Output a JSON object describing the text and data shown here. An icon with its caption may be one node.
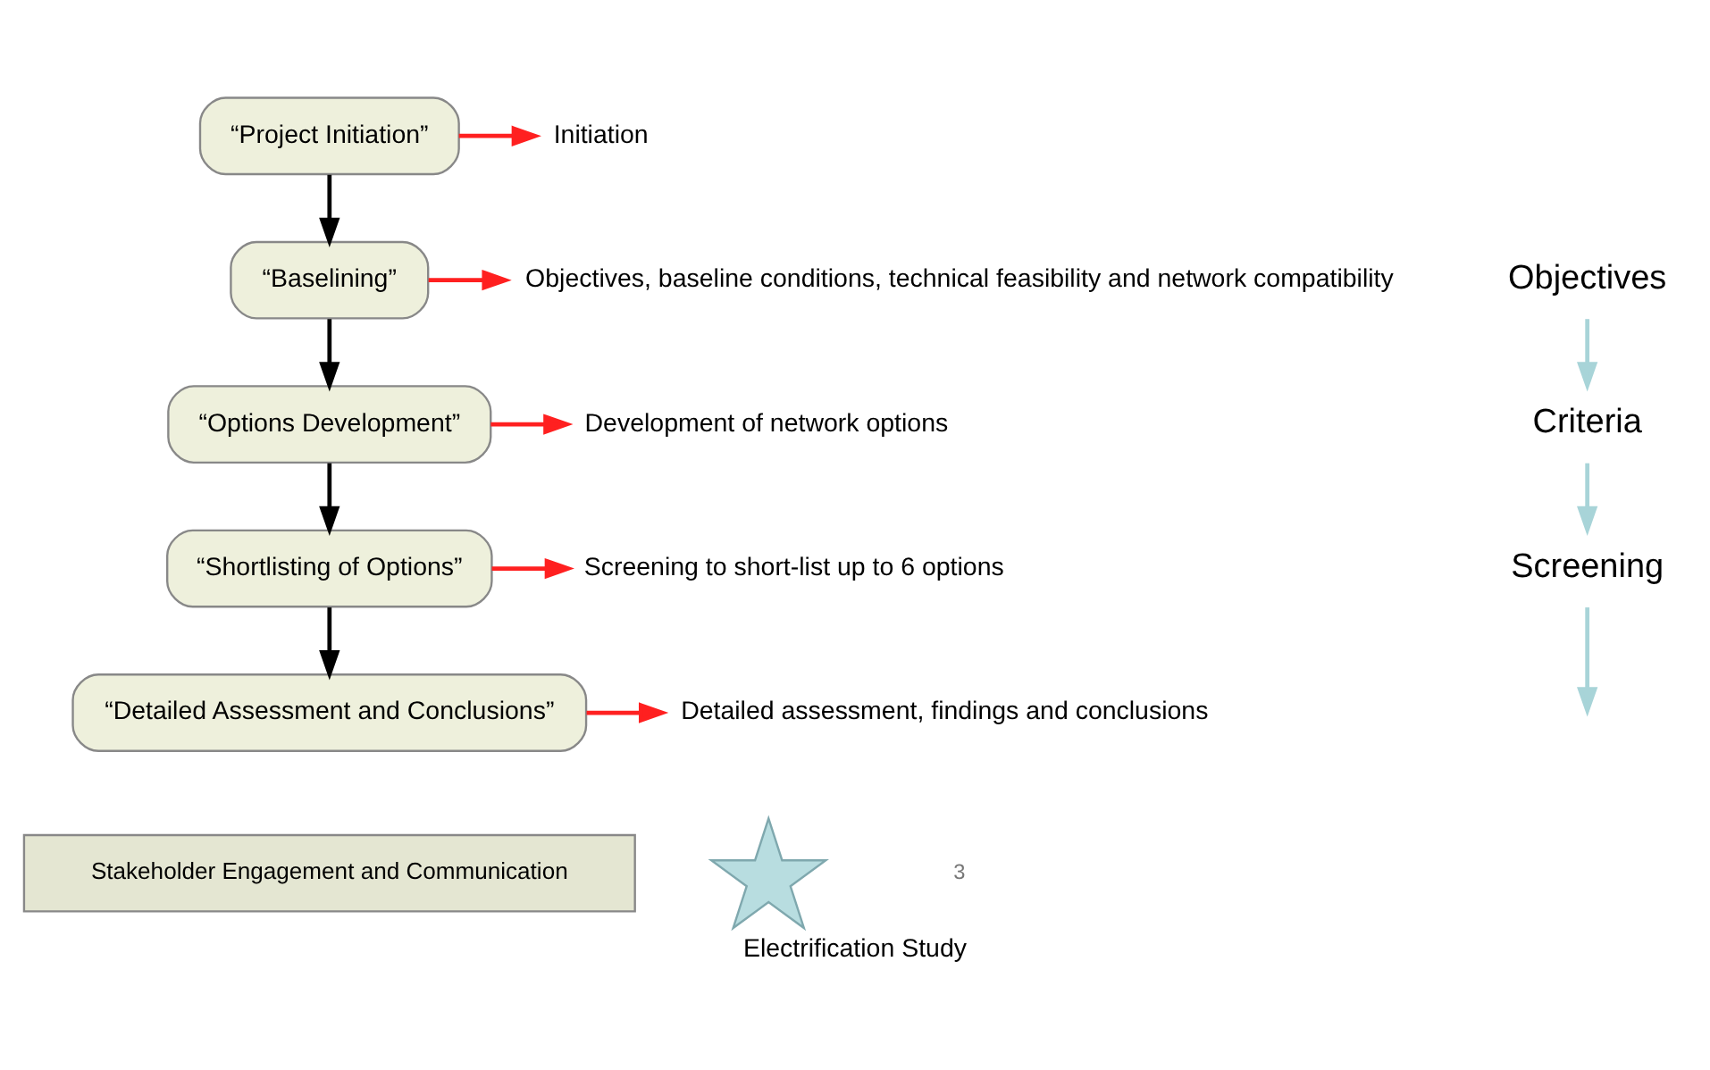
{
  "diagram": {
    "caption": "Electrification Study",
    "nodes": [
      {
        "text": [
          "“Project Initiation”"
        ]
      },
      {
        "text": [
          "Initiation"
        ]
      },
      {
        "text": [
          "“Baselining”"
        ]
      },
      {
        "text": [
          "Objectives, baseline conditions, technical feasibility and network compatibility"
        ]
      },
      {
        "text": [
          "“Options Development”"
        ]
      },
      {
        "text": [
          "Development of network options"
        ]
      },
      {
        "text": [
          "“Shortlisting of Options”"
        ]
      },
      {
        "text": [
          "Screening to short-list up to 6 options"
        ]
      },
      {
        "text": [],
        "shape": "star"
      },
      {
        "text": [
          "“Detailed Assessment and Conclusions”"
        ]
      },
      {
        "text": [
          "Detailed assessment, findings and conclusions"
        ]
      },
      {
        "text": [
          "Stakeholder Engagement and Communication"
        ]
      },
      {
        "text": [
          "Objectives"
        ]
      },
      {
        "text": [
          "Criteria"
        ]
      },
      {
        "text": [
          "Screening"
        ]
      }
    ],
    "edges": [
      {
        "from": 0,
        "to": 1,
        "arrow": "to",
        "color": "#ff2020"
      },
      {
        "from": 0,
        "to": 2,
        "arrow": "to",
        "color": "#000000"
      },
      {
        "from": 2,
        "to": 3,
        "arrow": "to",
        "color": "#ff2020"
      },
      {
        "from": 2,
        "to": 4,
        "arrow": "to",
        "color": "#000000"
      },
      {
        "from": 4,
        "to": 5,
        "arrow": "to",
        "color": "#ff2020"
      },
      {
        "from": 4,
        "to": 6,
        "arrow": "to",
        "color": "#000000"
      },
      {
        "from": 6,
        "to": 7,
        "arrow": "to",
        "color": "#ff2020"
      },
      {
        "from": 6,
        "to": 9,
        "arrow": "to",
        "color": "#000000"
      },
      {
        "from": 9,
        "to": 10,
        "arrow": "to",
        "color": "#ff2020"
      },
      {
        "from": 12,
        "to": 13,
        "arrow": "to",
        "color": "#a8d4d8"
      },
      {
        "from": 13,
        "to": 14,
        "arrow": "to",
        "color": "#a8d4d8"
      },
      {
        "from": 14,
        "to": null,
        "arrow": "to",
        "color": "#a8d4d8"
      }
    ],
    "labels": [
      "3"
    ]
  }
}
